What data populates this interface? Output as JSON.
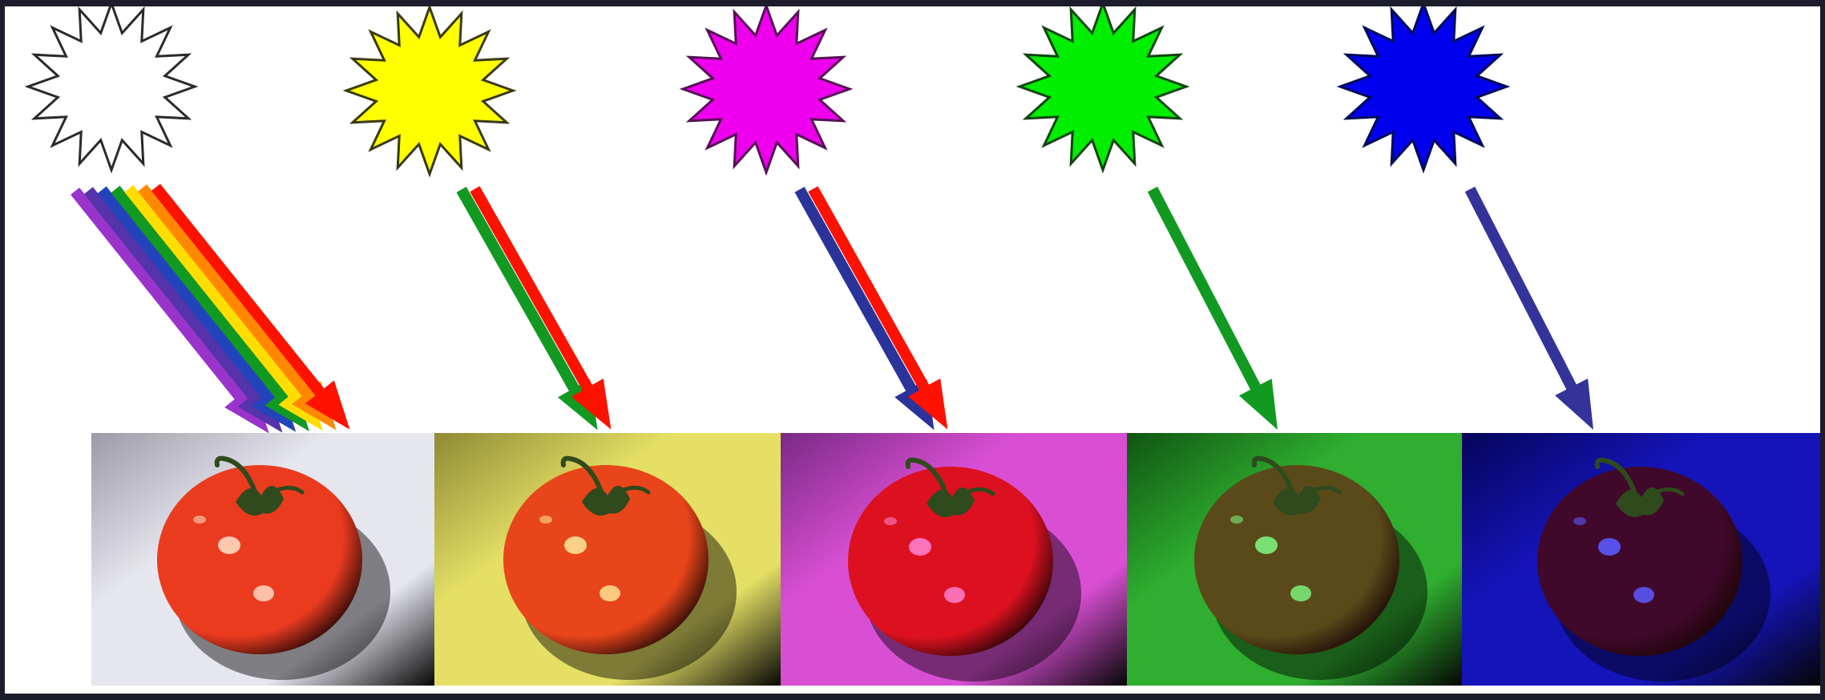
{
  "colors": {
    "page_border": "#1c1c2c",
    "page_background": "#ffffff",
    "star_outline": "#222222",
    "tomato_red": "#e8321c",
    "stem_green": "#2f4a1c"
  },
  "experiments": [
    {
      "light_name": "white",
      "light_fill": "#ffffff",
      "light_stroke": "#2a2a2a",
      "rays": [
        {
          "color": "violet",
          "hex": "#9933cc"
        },
        {
          "color": "indigo",
          "hex": "#5533aa"
        },
        {
          "color": "blue",
          "hex": "#2244bb"
        },
        {
          "color": "green",
          "hex": "#119922"
        },
        {
          "color": "yellow",
          "hex": "#ffdd00"
        },
        {
          "color": "orange",
          "hex": "#ff8800"
        },
        {
          "color": "red",
          "hex": "#ff1100"
        }
      ],
      "background_light": "#e6e6ef",
      "background_dark": "#9b9aa6",
      "tomato_color": "#ea3b1f",
      "tomato_highlight": "#ffd7c0"
    },
    {
      "light_name": "yellow",
      "light_fill": "#ffff00",
      "light_stroke": "#3a3a10",
      "rays": [
        {
          "color": "green",
          "hex": "#119922"
        },
        {
          "color": "red",
          "hex": "#ff1100"
        }
      ],
      "background_light": "#e5e065",
      "background_dark": "#8f8a35",
      "tomato_color": "#e8451a",
      "tomato_highlight": "#ffe090"
    },
    {
      "light_name": "magenta",
      "light_fill": "#ee00ee",
      "light_stroke": "#551155",
      "rays": [
        {
          "color": "blue",
          "hex": "#2a3399"
        },
        {
          "color": "red",
          "hex": "#ff1100"
        }
      ],
      "background_light": "#d94fd4",
      "background_dark": "#7a2a85",
      "tomato_color": "#dd1020",
      "tomato_highlight": "#ff7fcf"
    },
    {
      "light_name": "green",
      "light_fill": "#00ee00",
      "light_stroke": "#114411",
      "rays": [
        {
          "color": "green",
          "hex": "#119922"
        }
      ],
      "background_light": "#2fae2f",
      "background_dark": "#0f5512",
      "tomato_color": "#5a4a1a",
      "tomato_highlight": "#7df07d"
    },
    {
      "light_name": "blue",
      "light_fill": "#0000ee",
      "light_stroke": "#000a55",
      "rays": [
        {
          "color": "blue",
          "hex": "#333399"
        }
      ],
      "background_light": "#1414b8",
      "background_dark": "#05055a",
      "tomato_color": "#40082a",
      "tomato_highlight": "#5a5aff"
    }
  ]
}
